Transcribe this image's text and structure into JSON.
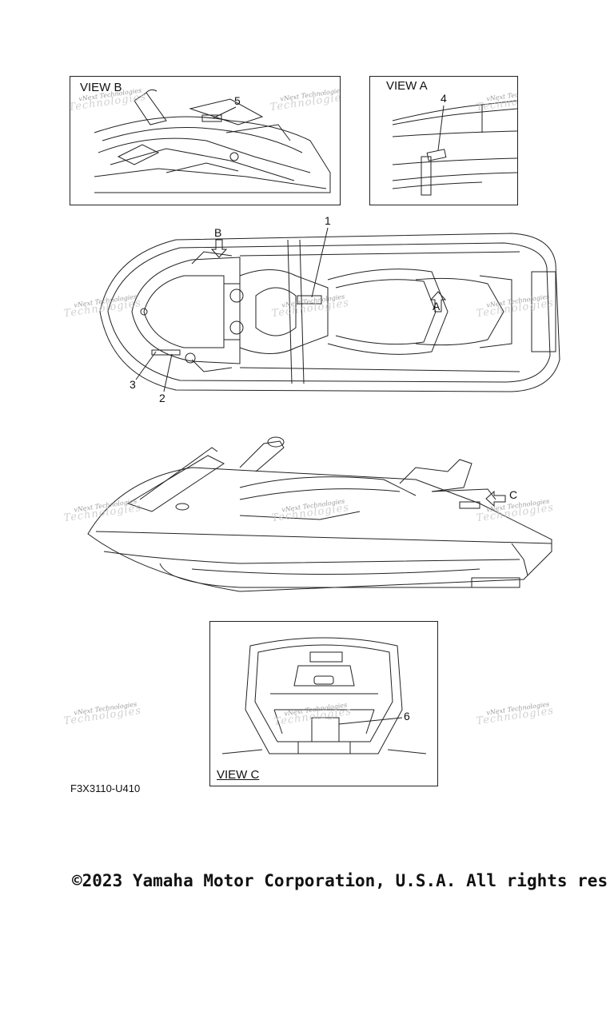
{
  "views": {
    "view_a": "VIEW A",
    "view_b": "VIEW B",
    "view_c": "VIEW C"
  },
  "callouts": {
    "c1": "1",
    "c2": "2",
    "c3": "3",
    "c4": "4",
    "c5": "5",
    "c6": "6",
    "arrow_a": "A",
    "arrow_b": "B",
    "arrow_c": "C"
  },
  "watermark": {
    "text": "vNext Technologies",
    "shadow": "Technologies"
  },
  "diagram_code": "F3X3110-U410",
  "copyright": "©2023 Yamaha Motor Corporation, U.S.A. All rights res"
}
